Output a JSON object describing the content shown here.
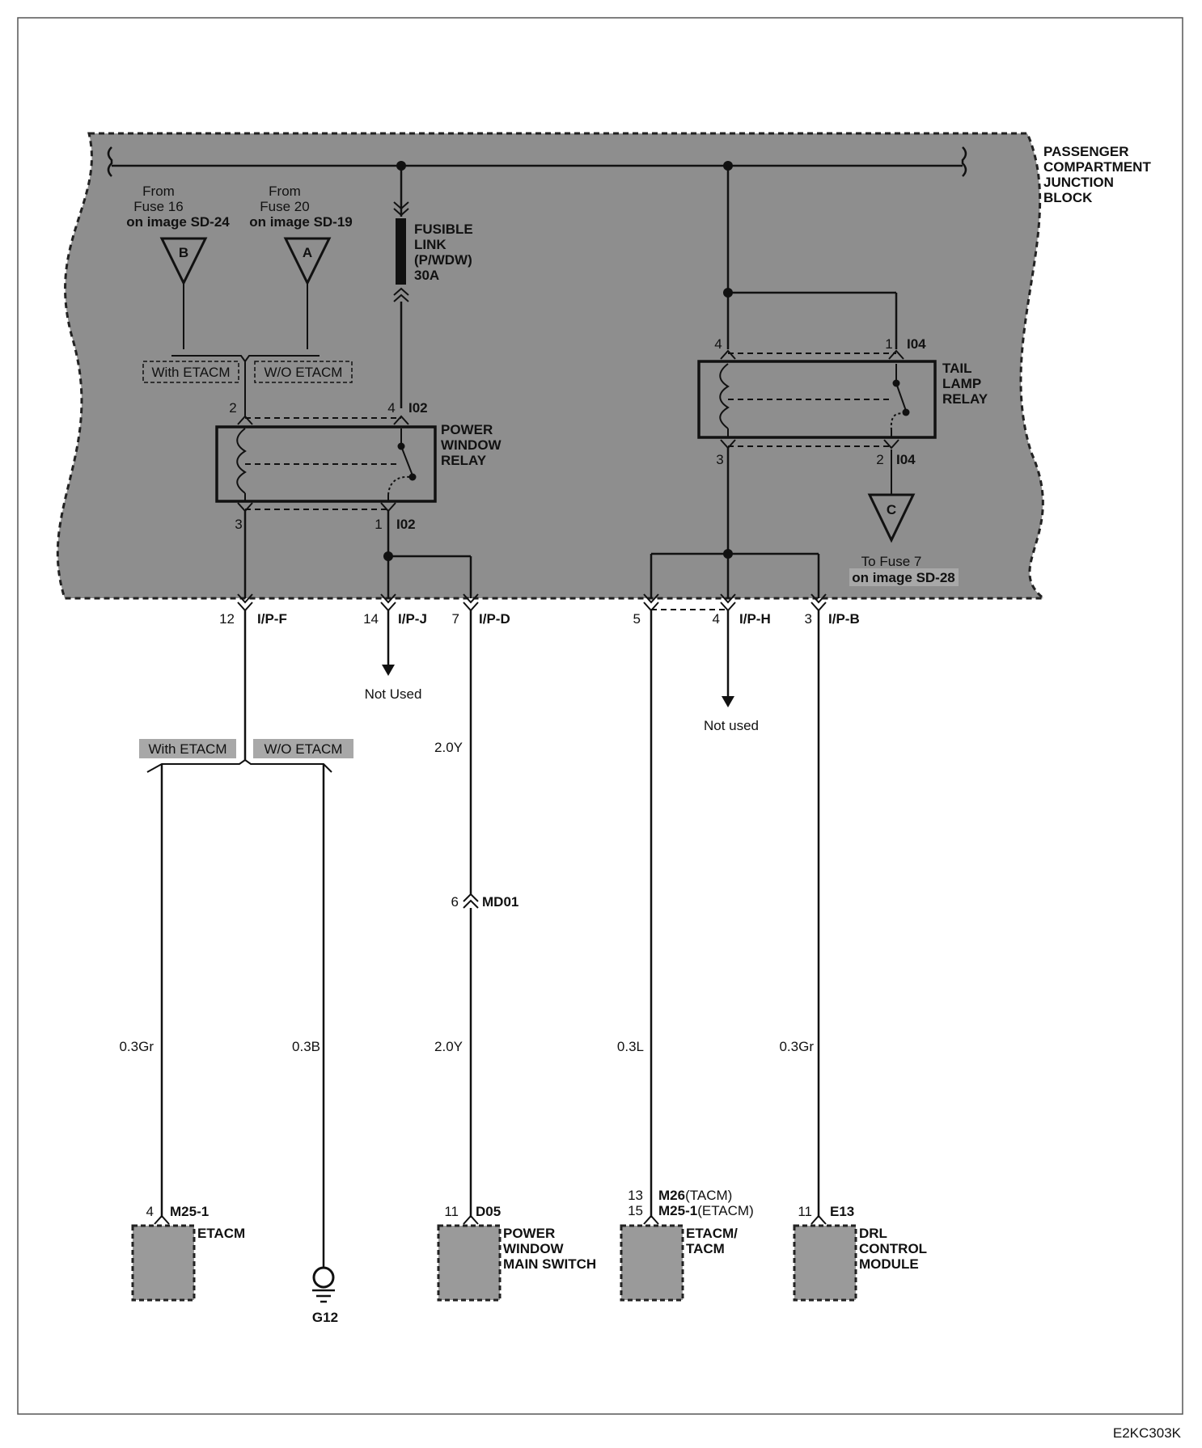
{
  "junction_block": {
    "line1": "PASSENGER",
    "line2": "COMPARTMENT",
    "line3": "JUNCTION",
    "line4": "BLOCK"
  },
  "feed_b": {
    "from": "From",
    "fuse": "Fuse 16",
    "image": "on image SD-24",
    "letter": "B"
  },
  "feed_a": {
    "from": "From",
    "fuse": "Fuse 20",
    "image": "on image SD-19",
    "letter": "A"
  },
  "option_with": "With ETACM",
  "option_without": "W/O ETACM",
  "fusible_link": {
    "line1": "FUSIBLE",
    "line2": "LINK",
    "line3": "(P/WDW)",
    "line4": "30A"
  },
  "pw_relay": {
    "line1": "POWER",
    "line2": "WINDOW",
    "line3": "RELAY",
    "pin_2": "2",
    "pin_4": "4",
    "pin_3": "3",
    "pin_1": "1",
    "conn_top": "I02",
    "conn_bottom": "I02"
  },
  "tail_relay": {
    "line1": "TAIL",
    "line2": "LAMP",
    "line3": "RELAY",
    "pin_4": "4",
    "pin_1": "1",
    "pin_3": "3",
    "pin_2": "2",
    "conn_top": "I04",
    "conn_bottom": "I04"
  },
  "feed_c": {
    "letter": "C",
    "to": "To Fuse 7",
    "image": "on image SD-28"
  },
  "connectors": {
    "ipf": {
      "pin": "12",
      "name": "I/P-F"
    },
    "ipj": {
      "pin": "14",
      "name": "I/P-J"
    },
    "ipd": {
      "pin": "7",
      "name": "I/P-D"
    },
    "iph_left": {
      "pin": "5"
    },
    "iph": {
      "pin": "4",
      "name": "I/P-H"
    },
    "ipb": {
      "pin": "3",
      "name": "I/P-B"
    }
  },
  "not_used_j": "Not Used",
  "not_used_h": "Not used",
  "lower_option_with": "With ETACM",
  "lower_option_without": "W/O ETACM",
  "wires": {
    "d_upper": "2.0Y",
    "d_lower": "2.0Y",
    "etacm": "0.3Gr",
    "ground": "0.3B",
    "tacm": "0.3L",
    "drl": "0.3Gr"
  },
  "md01": {
    "pin": "6",
    "name": "MD01"
  },
  "components": {
    "etacm": {
      "pin": "4",
      "conn": "M25-1",
      "name": "ETACM"
    },
    "ground": {
      "name": "G12"
    },
    "pw_switch": {
      "pin": "11",
      "conn": "D05",
      "line1": "POWER",
      "line2": "WINDOW",
      "line3": "MAIN SWITCH"
    },
    "tacm": {
      "pin_a": "13",
      "conn_a": "M26",
      "conn_a_suffix": "(TACM)",
      "pin_b": "15",
      "conn_b": "M25-1",
      "conn_b_suffix": "(ETACM)",
      "line1": "ETACM/",
      "line2": "TACM"
    },
    "drl": {
      "pin": "11",
      "conn": "E13",
      "line1": "DRL",
      "line2": "CONTROL",
      "line3": "MODULE"
    }
  },
  "figure_code": "E2KC303K"
}
